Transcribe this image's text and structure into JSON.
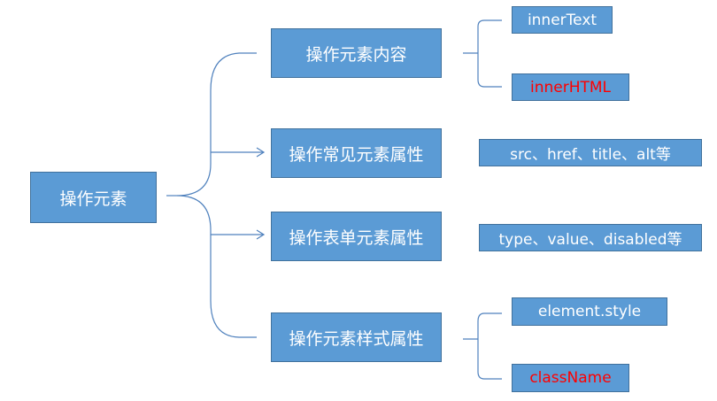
{
  "root": {
    "label": "操作元素"
  },
  "branches": [
    {
      "label": "操作元素内容",
      "children": [
        {
          "label": "innerText",
          "highlight": false
        },
        {
          "label": "innerHTML",
          "highlight": true
        }
      ]
    },
    {
      "label": "操作常见元素属性",
      "children": [
        {
          "label": "src、href、title、alt等",
          "highlight": false
        }
      ]
    },
    {
      "label": "操作表单元素属性",
      "children": [
        {
          "label": "type、value、disabled等",
          "highlight": false
        }
      ]
    },
    {
      "label": "操作元素样式属性",
      "children": [
        {
          "label": "element.style",
          "highlight": false
        },
        {
          "label": "className",
          "highlight": true
        }
      ]
    }
  ],
  "colors": {
    "box_fill": "#5b9bd5",
    "box_border": "#41719c",
    "text": "#ffffff",
    "highlight_text": "#ff0000",
    "connector": "#4f81bd"
  }
}
